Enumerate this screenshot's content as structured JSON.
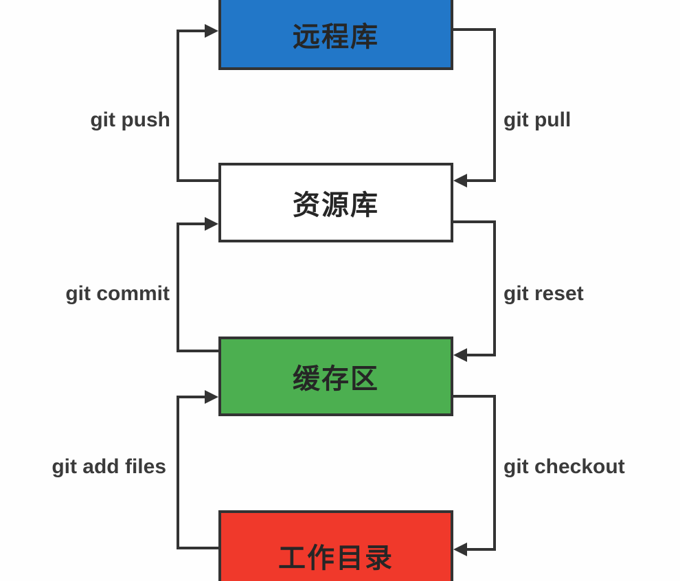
{
  "diagram": {
    "description": "git workflow flowchart",
    "colors": {
      "remote_fill": "#2277C8",
      "repository_fill": "#FFFFFF",
      "stage_fill": "#4CAF50",
      "workdir_fill": "#F0392B",
      "line": "#333333",
      "label_text": "#3A3A3A"
    },
    "nodes": [
      {
        "id": "remote",
        "label": "远程库",
        "fill": "#2277C8"
      },
      {
        "id": "repository",
        "label": "资源库",
        "fill": "#FFFFFF"
      },
      {
        "id": "stage",
        "label": "缓存区",
        "fill": "#4CAF50"
      },
      {
        "id": "workdir",
        "label": "工作目录",
        "fill": "#F0392B"
      }
    ],
    "edges": [
      {
        "id": "push",
        "label": "git push",
        "from": "repository",
        "to": "remote",
        "side": "left"
      },
      {
        "id": "pull",
        "label": "git pull",
        "from": "remote",
        "to": "repository",
        "side": "right"
      },
      {
        "id": "commit",
        "label": "git commit",
        "from": "stage",
        "to": "repository",
        "side": "left"
      },
      {
        "id": "reset",
        "label": "git reset",
        "from": "repository",
        "to": "stage",
        "side": "right"
      },
      {
        "id": "add",
        "label": "git add files",
        "from": "workdir",
        "to": "stage",
        "side": "left"
      },
      {
        "id": "checkout",
        "label": "git checkout",
        "from": "stage",
        "to": "workdir",
        "side": "right"
      }
    ]
  }
}
